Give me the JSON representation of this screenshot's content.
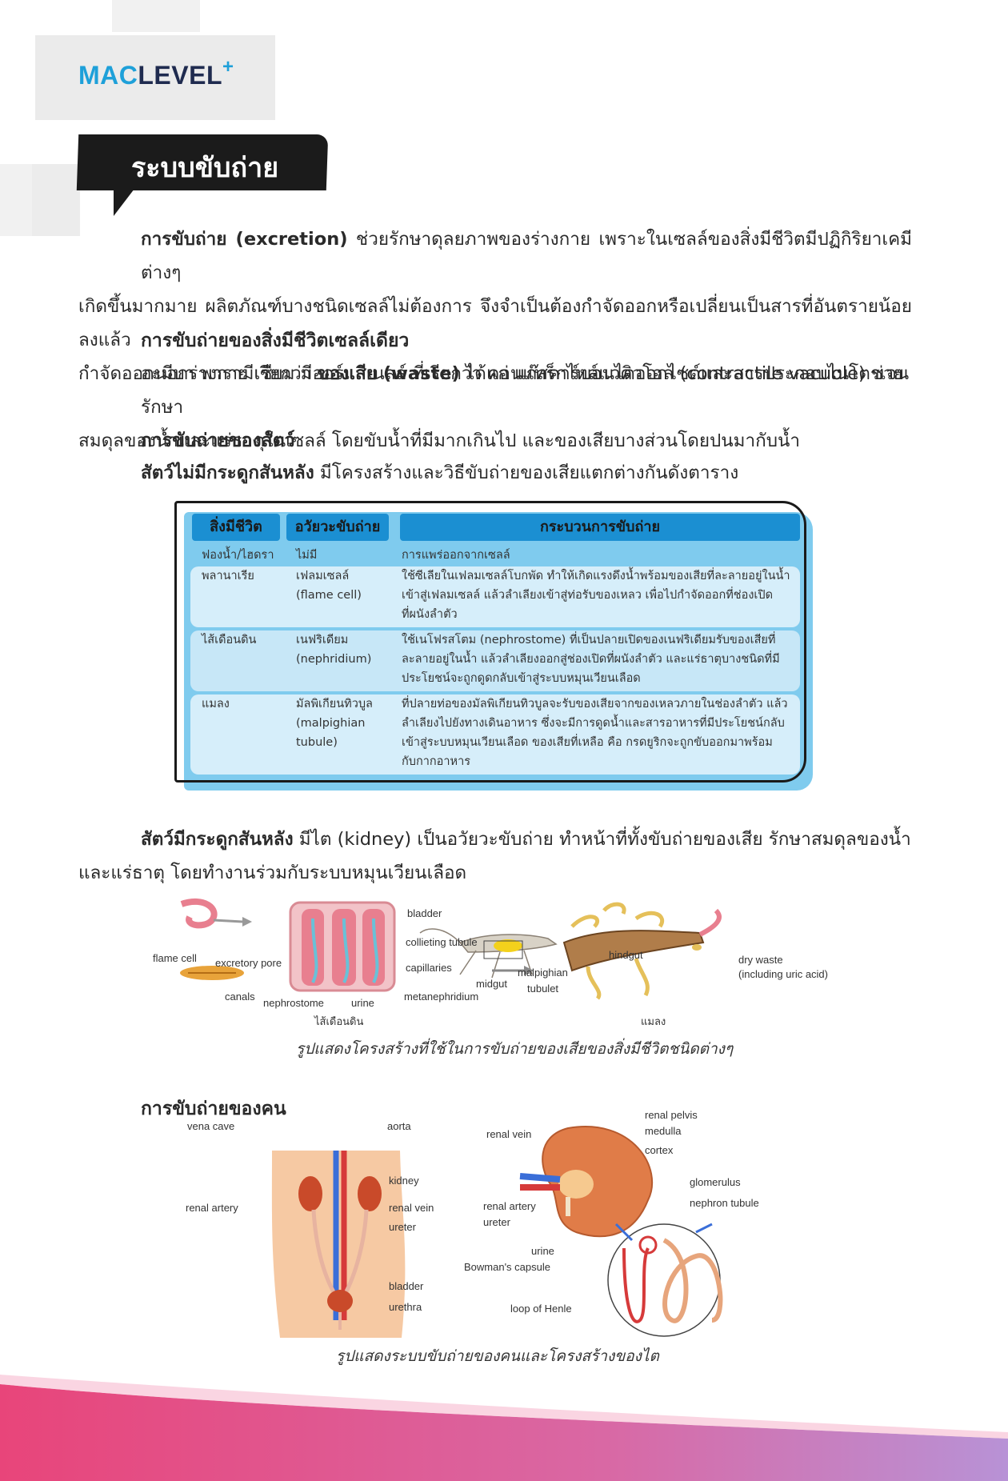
{
  "logo": {
    "mac": "MAC",
    "level": "LEVEL",
    "plus": "+"
  },
  "title": "ระบบขับถ่าย",
  "intro": {
    "term": "การขับถ่าย (excretion)",
    "line1": "ช่วยรักษาดุลยภาพของร่างกาย เพราะในเซลล์ของสิ่งมีชีวิตมีปฏิกิริยาเคมีต่างๆ",
    "line2": "เกิดขึ้นมากมาย ผลิตภัณฑ์บางชนิดเซลล์ไม่ต้องการ จึงจำเป็นต้องกำจัดออกหรือเปลี่ยนเป็นสารที่อันตรายน้อยลงแล้ว",
    "line3a": "กำจัดออกนอกร่างกาย เรียกว่า",
    "line3b": "ของเสีย (waste)",
    "line3c": "ได้แก่ แก๊สคาร์บอนไดออกไซด์และสารประกอบไนโตรเจน"
  },
  "single_cell": {
    "heading": "การขับถ่ายของสิ่งมีชีวิตเซลล์เดียว",
    "line1": "อะมีบา พารามีเซียม มีออร์แกเนลล์ ที่เรียกว่า คอนแทร็กไทล์แวคิวโอล (contractile vacuole) ช่วยรักษา",
    "line2": "สมดุลของน้ำและแร่ธาตุในเซลล์ โดยขับน้ำที่มีมากเกินไป และของเสียบางส่วนโดยปนมากับน้ำ"
  },
  "animals": {
    "heading": "การขับถ่ายของสัตว์",
    "inv_bold": "สัตว์ไม่มีกระดูกสันหลัง",
    "inv_rest": "มีโครงสร้างและวิธีขับถ่ายของเสียแตกต่างกันดังตาราง"
  },
  "table": {
    "headers": [
      "สิ่งมีชีวิต",
      "อวัยวะขับถ่าย",
      "กระบวนการขับถ่าย"
    ],
    "rows": [
      {
        "org": "ฟองน้ำ/ไฮดรา",
        "organ": [
          "ไม่มี"
        ],
        "process": [
          "การแพร่ออกจากเซลล์"
        ]
      },
      {
        "org": "พลานาเรีย",
        "organ": [
          "เฟลมเซลล์",
          "(flame cell)"
        ],
        "process": [
          "ใช้ซีเลียในเฟลมเซลล์โบกพัด ทำให้เกิดแรงดึงน้ำพร้อมของเสียที่ละลายอยู่ในน้ำ",
          "เข้าสู่เฟลมเซลล์ แล้วลำเลียงเข้าสู่ท่อรับของเหลว เพื่อไปกำจัดออกที่ช่องเปิด",
          "ที่ผนังลำตัว"
        ]
      },
      {
        "org": "ไส้เดือนดิน",
        "organ": [
          "เนฟริเดียม",
          "(nephridium)"
        ],
        "process": [
          "ใช้เนโฟรสโตม (nephrostome) ที่เป็นปลายเปิดของเนฟริเดียมรับของเสียที่",
          "ละลายอยู่ในน้ำ แล้วลำเลียงออกสู่ช่องเปิดที่ผนังลำตัว และแร่ธาตุบางชนิดที่มี",
          "ประโยชน์จะถูกดูดกลับเข้าสู่ระบบหมุนเวียนเลือด"
        ]
      },
      {
        "org": "แมลง",
        "organ": [
          "มัลพิเกียนทิวบูล",
          "(malpighian",
          "tubule)"
        ],
        "process": [
          "ที่ปลายท่อของมัลพิเกียนทิวบูลจะรับของเสียจากของเหลวภายในช่องลำตัว แล้ว",
          "ลำเลียงไปยังทางเดินอาหาร ซึ่งจะมีการดูดน้ำและสารอาหารที่มีประโยชน์กลับ",
          "เข้าสู่ระบบหมุนเวียนเลือด ของเสียที่เหลือ คือ กรดยูริกจะถูกขับออกมาพร้อม",
          "กับกากอาหาร"
        ]
      }
    ]
  },
  "vertebrate": {
    "bold": "สัตว์มีกระดูกสันหลัง",
    "line1": "มีไต (kidney) เป็นอวัยวะขับถ่าย ทำหน้าที่ทั้งขับถ่ายของเสีย รักษาสมดุลของน้ำ",
    "line2": "และแร่ธาตุ โดยทำงานร่วมกับระบบหมุนเวียนเลือด"
  },
  "fig1": {
    "labels": {
      "flame_cell": "flame cell",
      "excretory_pore": "excretory pore",
      "canals": "canals",
      "bladder": "bladder",
      "collecting": "collieting tubule",
      "capillaries": "capillaries",
      "nephrostome": "nephrostome",
      "urine": "urine",
      "metanephridium": "metanephridium",
      "earthworm": "ไส้เดือนดิน",
      "hindgut": "hindgut",
      "midgut": "midgut",
      "malpighian": "malpighian",
      "tubulet": "tubulet",
      "insect": "แมลง",
      "dry_waste": "dry waste",
      "uric": "(including uric acid)"
    },
    "caption": "รูปแสดงโครงสร้างที่ใช้ในการขับถ่ายของเสียของสิ่งมีชีวิตชนิดต่างๆ"
  },
  "human": {
    "heading": "การขับถ่ายของคน",
    "labels": {
      "vena": "vena cave",
      "aorta": "aorta",
      "kidney": "kidney",
      "renal_artery": "renal artery",
      "renal_vein": "renal vein",
      "ureter": "ureter",
      "bladder": "bladder",
      "urethra": "urethra",
      "k_renal_vein": "renal vein",
      "renal_pelvis": "renal pelvis",
      "medulla": "medulla",
      "cortex": "cortex",
      "glomerulus": "glomerulus",
      "nephron": "nephron tubule",
      "k_renal_artery": "renal artery",
      "k_ureter": "ureter",
      "k_urine": "urine",
      "bowman": "Bowman's capsule",
      "loop": "loop of Henle"
    },
    "caption": "รูปแสดงระบบขับถ่ายของคนและโครงสร้างของไต"
  },
  "colors": {
    "accent": "#1ea0d9",
    "navy": "#1f2b4f",
    "table_bg": "#7fcbee",
    "table_head": "#1b8fd2",
    "band": "#e8457a"
  }
}
